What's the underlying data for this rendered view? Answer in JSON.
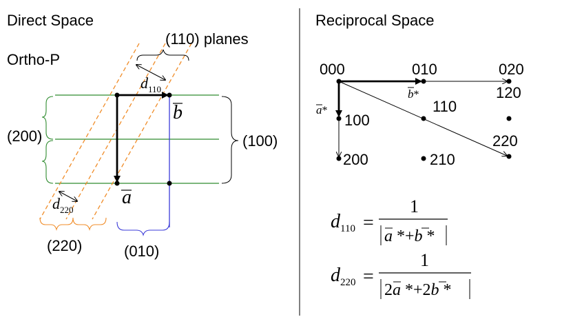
{
  "direct": {
    "title": "Direct Space",
    "lattice": "Ortho-P",
    "planes_110": "(110) planes",
    "label_200": "(200)",
    "label_100": "(100)",
    "label_220": "(220)",
    "label_010": "(010)",
    "d110": {
      "sym": "d",
      "sub": "110"
    },
    "d220": {
      "sym": "d",
      "sub": "220"
    },
    "vec_b": "b",
    "vec_a": "a"
  },
  "reciprocal": {
    "title": "Reciprocal Space",
    "points": {
      "p000": "000",
      "p010": "010",
      "p020": "020",
      "p100": "100",
      "p110": "110",
      "p120": "120",
      "p200": "200",
      "p210": "210",
      "p220": "220"
    },
    "astar": "a",
    "bstar": "b",
    "star": "*"
  },
  "formulas": {
    "d110": {
      "sym": "d",
      "sub": "110",
      "eq": "=",
      "num": "1",
      "den_a": "a",
      "den_star1": " *",
      "den_plus": "+",
      "den_b": "b",
      "den_star2": " *"
    },
    "d220": {
      "sym": "d",
      "sub": "220",
      "eq": "=",
      "num": "1",
      "den_c1": "2",
      "den_a": "a",
      "den_star1": " *",
      "den_plus": "+",
      "den_c2": "2",
      "den_b": "b",
      "den_star2": " *"
    }
  },
  "colors": {
    "green": "#2e8b2e",
    "orange": "#f08c28",
    "blue": "#3b3bd8",
    "black": "#000000"
  }
}
